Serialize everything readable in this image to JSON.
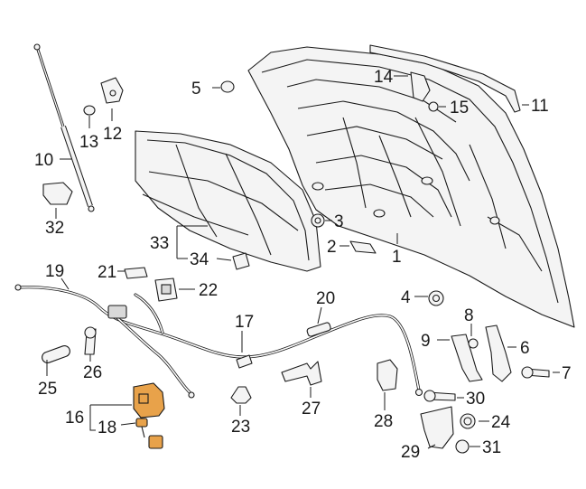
{
  "diagram": {
    "highlight_color": "#e8a24a",
    "callouts": [
      "1",
      "2",
      "3",
      "4",
      "5",
      "6",
      "7",
      "8",
      "9",
      "10",
      "11",
      "12",
      "13",
      "14",
      "15",
      "16",
      "17",
      "18",
      "19",
      "20",
      "21",
      "22",
      "23",
      "24",
      "25",
      "26",
      "27",
      "28",
      "29",
      "30",
      "31",
      "32",
      "33",
      "34"
    ]
  }
}
